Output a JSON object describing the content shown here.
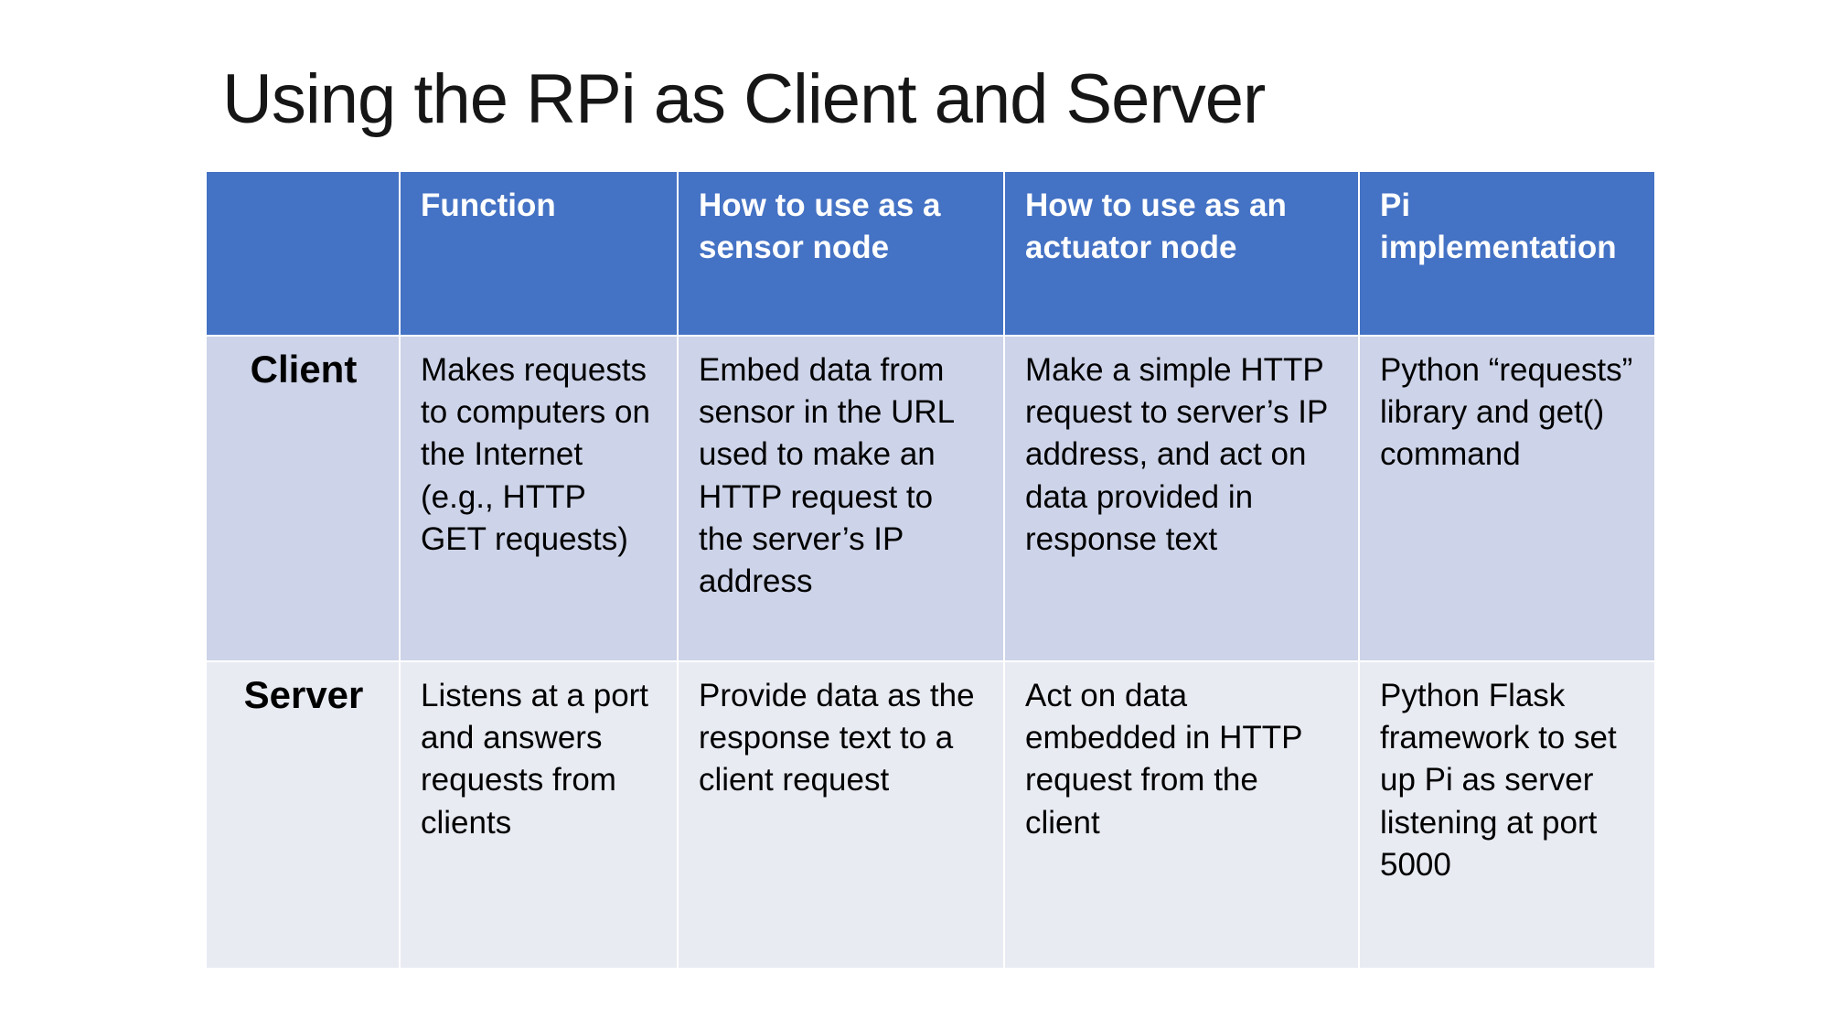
{
  "slide": {
    "title": "Using the RPi as Client and Server"
  },
  "colors": {
    "header_bg": "#4472C4",
    "header_text": "#FFFFFF",
    "row1_bg": "#CDD3E8",
    "row2_bg": "#E9EBF3"
  },
  "table": {
    "headers": [
      "",
      "Function",
      "How to use as a sensor node",
      "How to use as an actuator node",
      "Pi implementation"
    ],
    "rows": [
      {
        "label": "Client",
        "cells": [
          "Makes requests to computers on the Internet (e.g., HTTP GET requests)",
          "Embed data from sensor in the URL used to make an HTTP request to the server’s IP address",
          "Make a simple HTTP request to server’s IP address, and act on data provided in response text",
          "Python “requests” library and get() command"
        ]
      },
      {
        "label": "Server",
        "cells": [
          "Listens at a port and answers requests from clients",
          "Provide data as the response text to a client request",
          "Act on data embedded in HTTP request from the client",
          "Python Flask framework to set up Pi as server listening at port 5000"
        ]
      }
    ]
  }
}
